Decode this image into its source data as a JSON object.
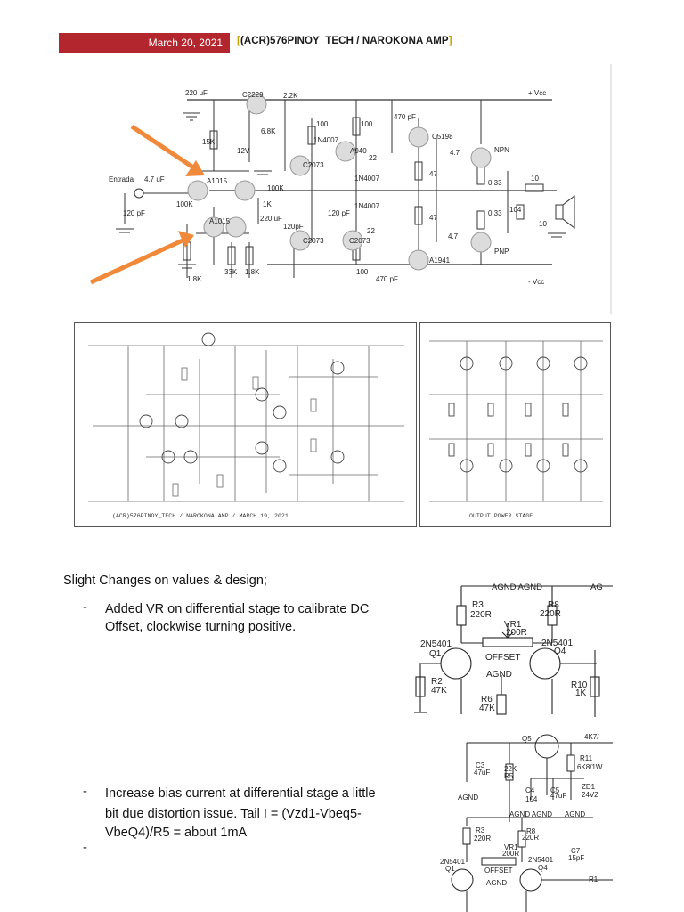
{
  "header": {
    "date": "March 20, 2021",
    "title": "(ACR)576PINOY_TECH / NAROKONA AMP"
  },
  "fig1": {
    "labels": {
      "c220": "220 uF",
      "c2229": "C2229",
      "r22k": "2.2K",
      "vcc_pos": "+ Vcc",
      "r68k": "6.8K",
      "r100a": "100",
      "r100b": "100",
      "c470a": "470 pF",
      "r15k": "15K",
      "d1": "1N4007",
      "a940": "A940",
      "c5198": "C5198",
      "z12": "12V",
      "c2073a": "C2073",
      "r22a": "22",
      "r47a": "4.7",
      "npn": "NPN",
      "r47b": "47",
      "d2": "1N4007",
      "r033a": "0.33",
      "r10a": "10",
      "entrada": "Entrada",
      "c47": "4.7 uF",
      "a1015a": "A1015",
      "r100k": "100K",
      "c104": "104",
      "r100k2": "100K",
      "r1k": "1K",
      "c120a": "120 pF",
      "c120b": "120 pF",
      "c220b": "220 uF",
      "d3": "1N4007",
      "r47c": "47",
      "r033b": "0.33",
      "r10b": "10",
      "a1015b": "A1015",
      "c120c": "120pF",
      "r22b": "22",
      "c2073b": "C2073",
      "c2073c": "C2073",
      "r47d": "4.7",
      "pnp": "PNP",
      "a1941": "A1941",
      "r18a": "1.8K",
      "r33k": "33K",
      "r18b": "1.8K",
      "r100c": "100",
      "c470b": "470 pF",
      "vcc_neg": "- Vcc"
    }
  },
  "fig2": {
    "caption": "(ACR)576PINOY_TECH / NAROKONA AMP / MARCH 19, 2021"
  },
  "fig3": {
    "caption": "OUTPUT POWER STAGE"
  },
  "body": {
    "intro": "Slight Changes on values & design;",
    "bullet_mark": "-",
    "item1_line1": "Added VR on differential stage to calibrate DC",
    "item1_line2": "Offset, clockwise turning positive.",
    "item2_line1": "Increase bias current at differential stage a little",
    "item2_line2": "bit due distortion issue. Tail I = (Vzd1-Vbeq5-",
    "item2_line3": "VbeQ4)/R5 = about 1mA"
  },
  "fig4": {
    "labels": {
      "agnd_top": "AGND AGND",
      "ag": "AG",
      "r3": "R3",
      "r3v": "220R",
      "r8": "R8",
      "r8v": "220R",
      "vr1": "VR1",
      "vr1v": "200R",
      "q1t": "2N5401",
      "q1": "Q1",
      "q4t": "2N5401",
      "q4": "Q4",
      "offset": "OFFSET",
      "agnd": "AGND",
      "r2": "R2",
      "r2v": "47K",
      "r6": "R6",
      "r6v": "47K",
      "r10": "R10",
      "r10v": "1K"
    }
  },
  "fig5": {
    "labels": {
      "q5": "Q5",
      "r4k7": "4K7/",
      "r11": "R11",
      "r11v": "6K8/1W",
      "c3": "C3",
      "c3v": "47uF",
      "r22k": "22K",
      "r5": "R5",
      "c4": "C4",
      "c5": "C5",
      "c4v": "104",
      "c5v": "47uF",
      "zd1": "ZD1",
      "zd1v": "24VZ",
      "agnd1": "AGND",
      "agnd2": "AGND AGND",
      "agnd3": "AGND",
      "r3": "R3",
      "r3v": "220R",
      "r8": "R8",
      "r8v": "220R",
      "vr1": "VR1",
      "vr1v": "200R",
      "q1t": "2N5401",
      "q1": "Q1",
      "q4t": "2N5401",
      "q4": "Q4",
      "offset": "OFFSET",
      "agnd4": "AGND",
      "c7": "C7",
      "c7v": "15pF",
      "r1": "R1"
    }
  }
}
